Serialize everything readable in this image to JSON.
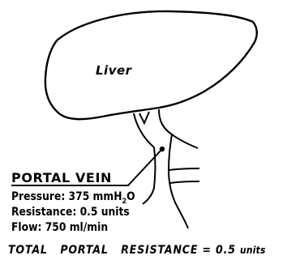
{
  "diagram": {
    "organ_label": "Liver",
    "vessel_title": "PORTAL VEIN",
    "pressure": {
      "label": "Pressure:",
      "value": "375 mmH",
      "subscript": "2",
      "suffix": "O"
    },
    "resistance": {
      "label": "Resistance:",
      "value": "0.5 units"
    },
    "flow": {
      "label": "Flow:",
      "value": "750 ml/min"
    },
    "total": {
      "label": "TOTAL   PORTAL   RESISTANCE = 0.5",
      "units": "units"
    }
  }
}
